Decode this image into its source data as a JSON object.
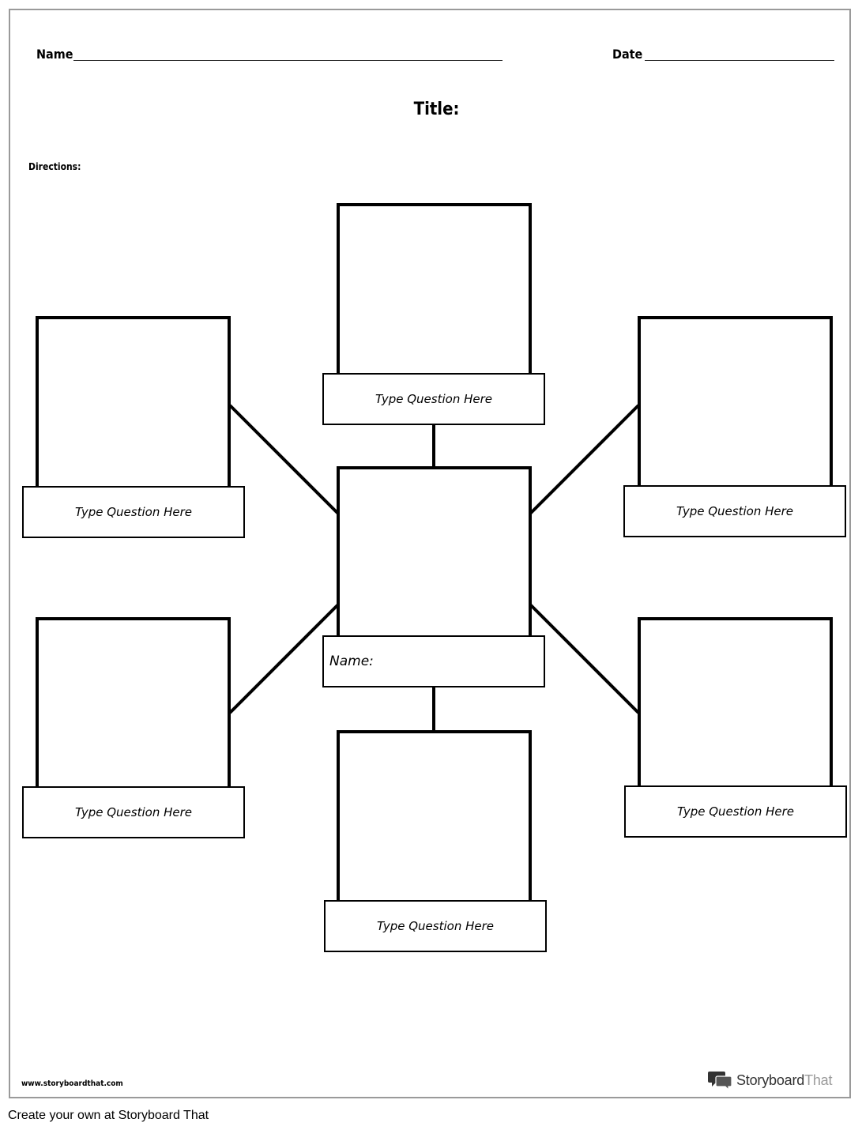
{
  "header": {
    "name_label": "Name",
    "date_label": "Date",
    "title_label": "Title:",
    "directions_label": "Directions:"
  },
  "center": {
    "name_label": "Name:"
  },
  "cells": [
    {
      "id": "top",
      "question": "Type Question Here"
    },
    {
      "id": "upper-left",
      "question": "Type Question Here"
    },
    {
      "id": "upper-right",
      "question": "Type Question Here"
    },
    {
      "id": "lower-left",
      "question": "Type Question Here"
    },
    {
      "id": "lower-right",
      "question": "Type Question Here"
    },
    {
      "id": "bottom",
      "question": "Type Question Here"
    }
  ],
  "footer": {
    "url": "www.storyboardthat.com",
    "brand_dark": "Storyboard",
    "brand_light": "That",
    "brand_icon": "speech-bubbles-icon",
    "create_link": "Create your own at Storyboard That"
  }
}
